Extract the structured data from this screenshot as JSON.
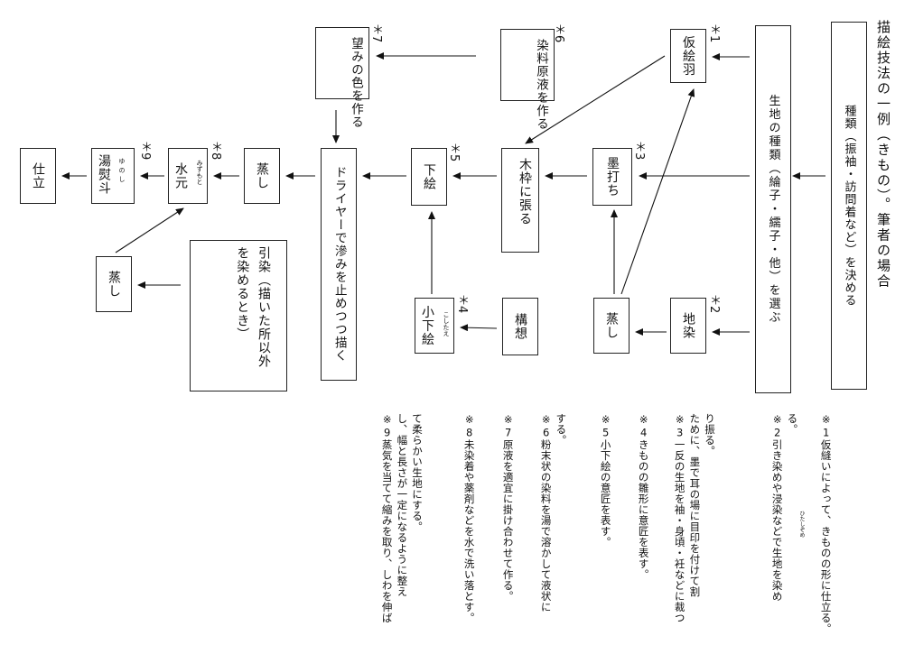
{
  "title": "描絵技法の一例（きもの）。筆者の場合",
  "boxes": {
    "shurui": "種類（振袖・訪問着など）を決める",
    "kiji": "生地の種類（綸子・繻子・他）を選ぶ",
    "karieba": "仮絵羽",
    "jizome": "地染",
    "mushi_right": "蒸し",
    "sumiuchi": "墨打ち",
    "kiwaku": "木枠に張る",
    "genryo": "染料原液を作る",
    "nozomi": "望みの色を作る",
    "koso": "構想",
    "koshitae": "小下絵",
    "koshitae_ruby": "こしたえ",
    "shitae": "下絵",
    "dryer": "ドライヤーで滲みを止めつつ描く",
    "mushi_mid": "蒸し",
    "mizumoto": "水元",
    "mizumoto_ruby": "みずもと",
    "yunoshi": "湯熨斗",
    "yunoshi_ruby": "ゆのし",
    "shitate": "仕立",
    "hikizome": "引染（描いた所以外を染めるとき）",
    "mushi_low": "蒸し"
  },
  "marks": {
    "m1": "＊1",
    "m2": "＊2",
    "m3": "＊3",
    "m4": "＊4",
    "m5": "＊5",
    "m6": "＊6",
    "m7": "＊7",
    "m8": "＊8",
    "m9": "＊9"
  },
  "notes": {
    "n1": "※1仮縫いによって、きものの形に仕立る。",
    "n2_a": "※2引き染めや浸染などで生地を染め",
    "n2_b": "る。",
    "n2_ruby": "ひたしぞめ",
    "n3_a": "※3一反の生地を袖・身頃・衽などに裁つ",
    "n3_b": "ために、墨で耳の場に目印を付けて割",
    "n3_c": "り振る。",
    "n4": "※4きものの雛形に意匠を表す。",
    "n5": "※5小下絵の意匠を表す。",
    "n6_a": "※6粉末状の染料を湯で溶かして液状に",
    "n6_b": "する。",
    "n7": "※7原液を適宜に掛け合わせて作る。",
    "n8": "※8未染着や薬剤などを水で洗い落とす。",
    "n9_a": "※9蒸気を当てて縮みを取り、しわを伸ば",
    "n9_b": "し、幅と長さが一定になるように整え",
    "n9_c": "て柔らかい生地にする。"
  }
}
